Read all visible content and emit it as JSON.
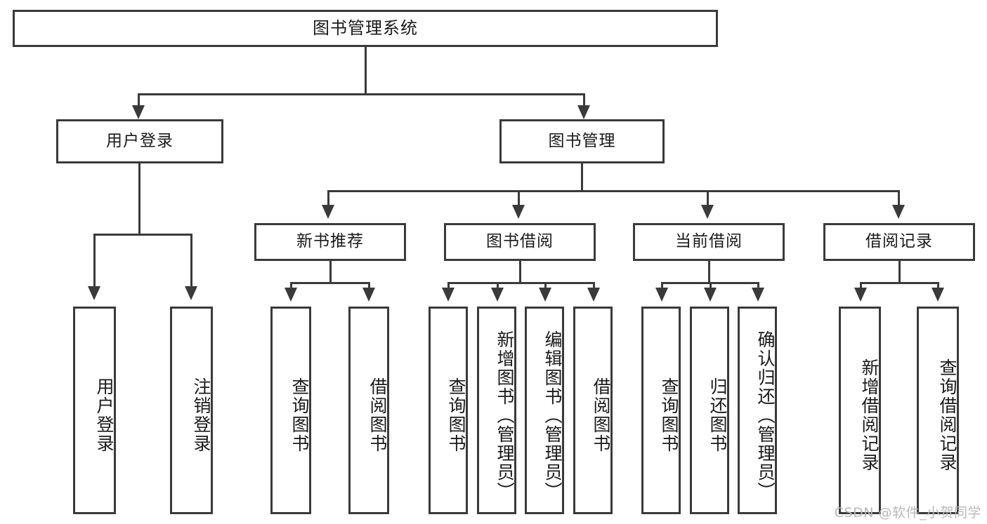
{
  "diagram": {
    "title": "图书管理系统",
    "type": "tree-hierarchy-diagram",
    "colors": {
      "stroke": "#3a3a3a",
      "fill": "#ffffff",
      "text": "#1a1a1a",
      "watermark": "#b9b9b9"
    },
    "root": {
      "label": "图书管理系统"
    },
    "level2": [
      {
        "label": "用户登录"
      },
      {
        "label": "图书管理"
      }
    ],
    "level3": [
      {
        "label": "新书推荐"
      },
      {
        "label": "图书借阅"
      },
      {
        "label": "当前借阅"
      },
      {
        "label": "借阅记录"
      }
    ],
    "leaves": {
      "user_login": [
        {
          "label": "用户登录"
        },
        {
          "label": "注销登录"
        }
      ],
      "new_book_recommend": [
        {
          "label": "查询图书"
        },
        {
          "label": "借阅图书"
        }
      ],
      "book_borrow": [
        {
          "label": "查询图书"
        },
        {
          "label": "新增图书（管理员）"
        },
        {
          "label": "编辑图书（管理员）"
        },
        {
          "label": "借阅图书"
        }
      ],
      "current_borrow": [
        {
          "label": "查询图书"
        },
        {
          "label": "归还图书"
        },
        {
          "label": "确认归还（管理员）"
        }
      ],
      "borrow_record": [
        {
          "label": "新增借阅记录"
        },
        {
          "label": "查询借阅记录"
        }
      ]
    }
  },
  "watermark": {
    "text": "CSDN @软件_小贺同学"
  }
}
